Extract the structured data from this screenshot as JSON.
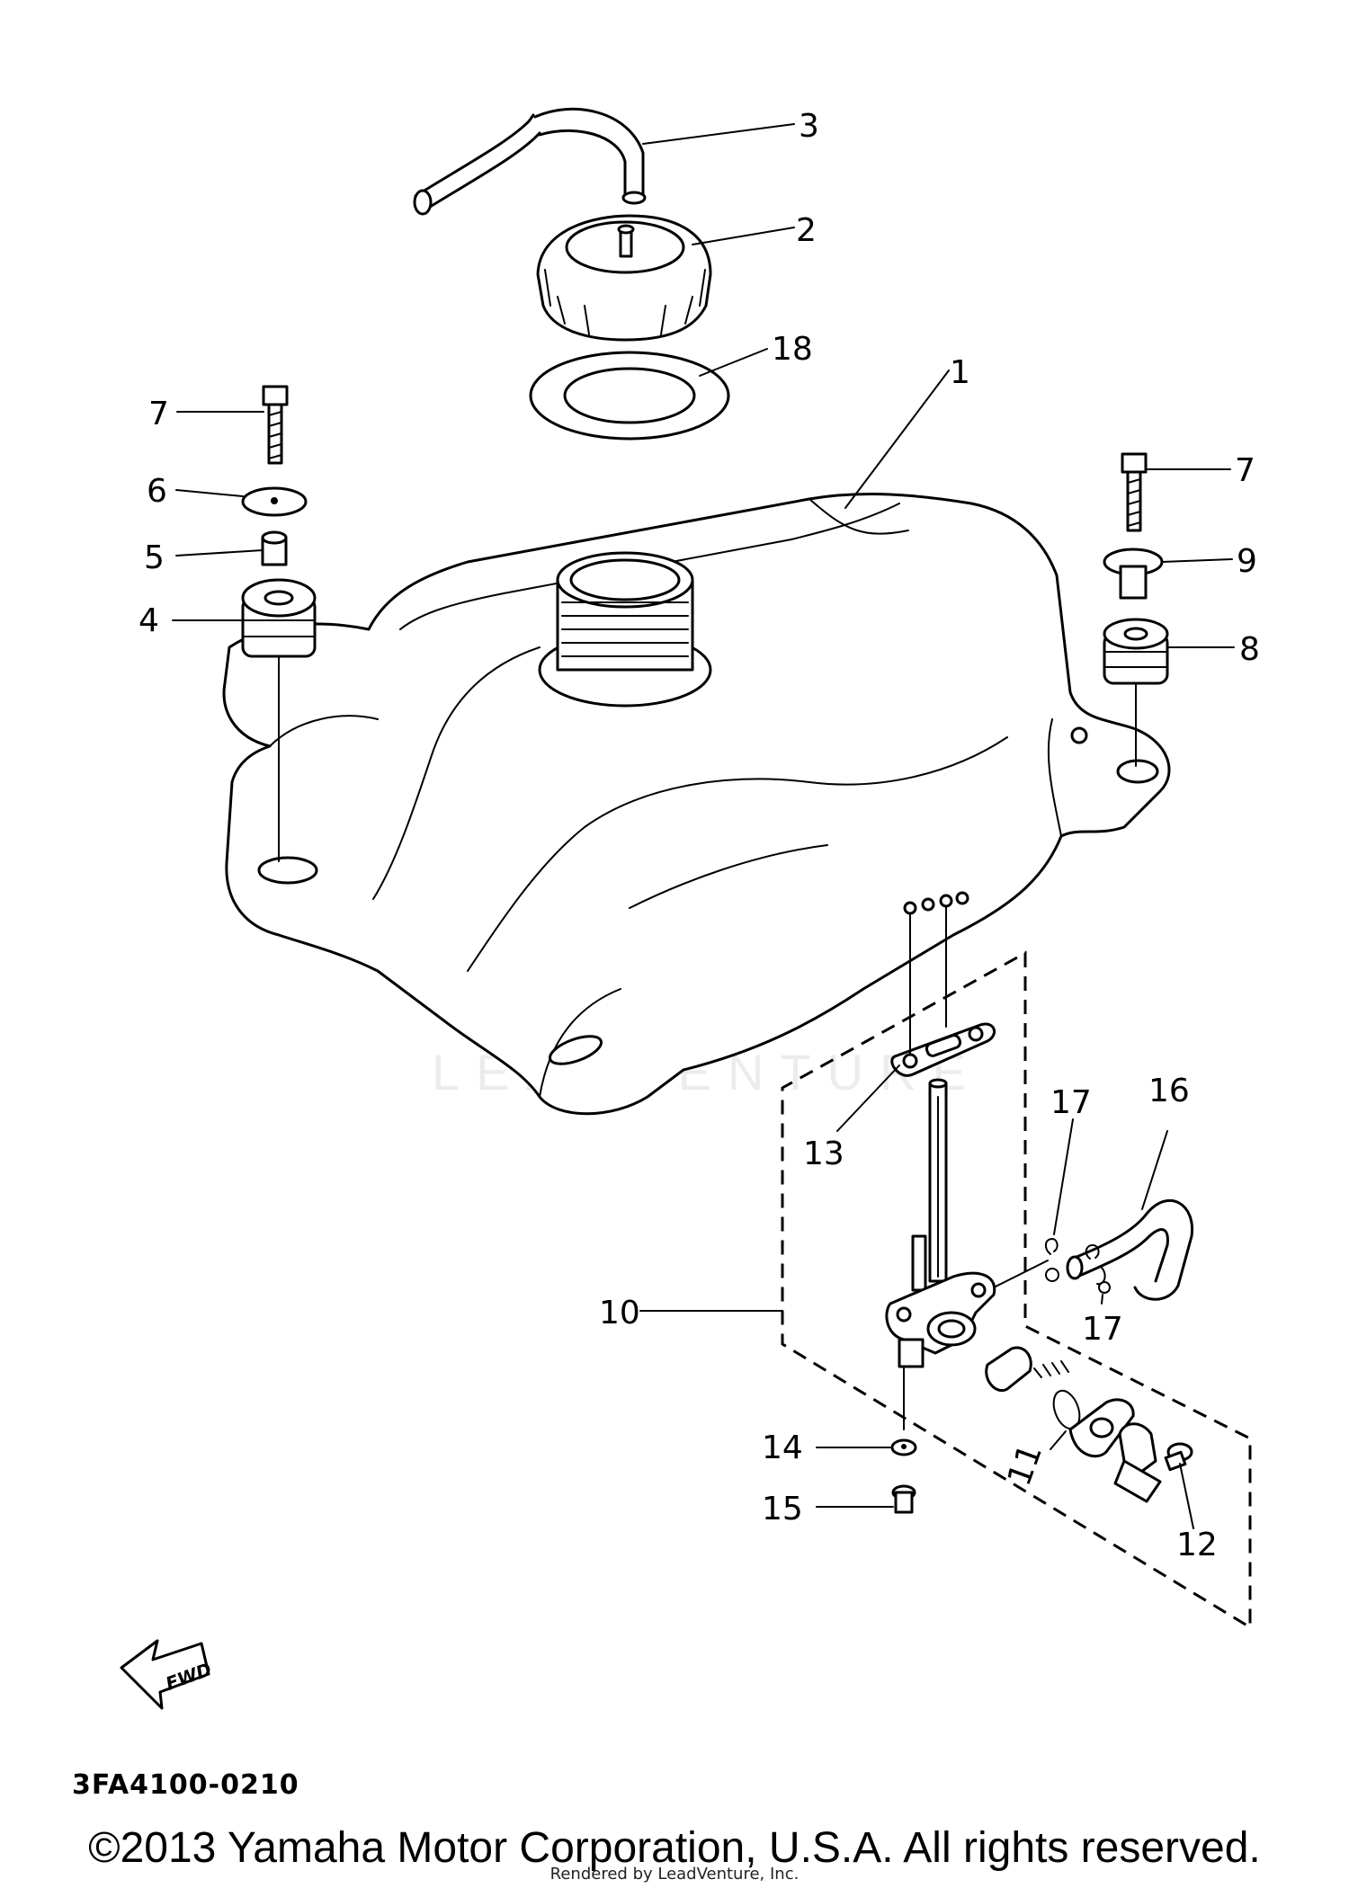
{
  "diagram": {
    "callouts": [
      "1",
      "2",
      "3",
      "4",
      "5",
      "6",
      "7",
      "7",
      "8",
      "9",
      "10",
      "11",
      "12",
      "13",
      "14",
      "15",
      "16",
      "17",
      "17",
      "18"
    ],
    "fwd_label": "FWD",
    "code": "3FA4100-0210"
  },
  "watermark": "LEADVENTURE",
  "footer": {
    "copyright": "©2013 Yamaha Motor Corporation, U.S.A. All rights reserved.",
    "rendered_by": "Rendered by LeadVenture, Inc."
  }
}
